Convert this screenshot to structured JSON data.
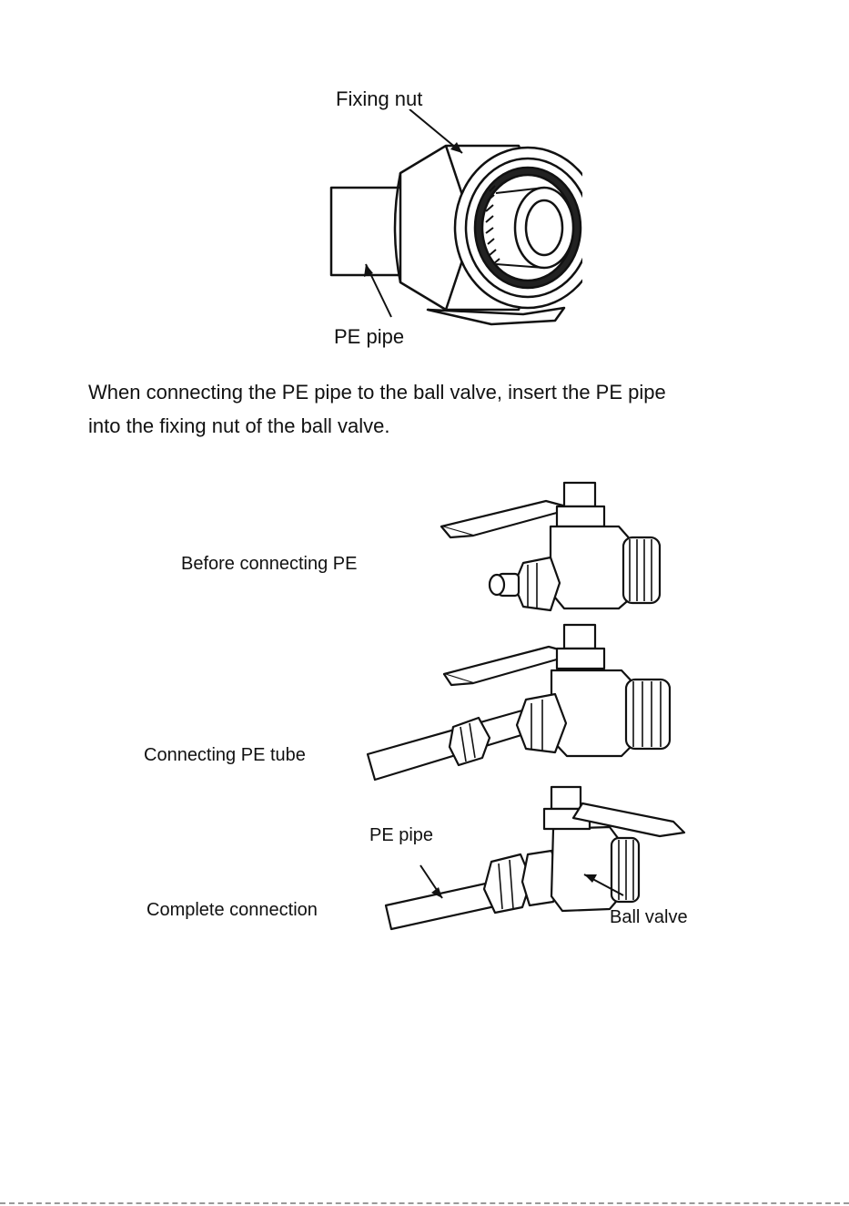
{
  "figure1": {
    "label_fixing_nut": "Fixing nut",
    "label_pe_pipe": "PE pipe"
  },
  "instruction": {
    "line1": "When connecting the PE pipe to the ball valve, insert the PE pipe",
    "line2": "into the fixing nut of the ball valve."
  },
  "figure2": {
    "before": "Before connecting PE",
    "connecting": "Connecting PE tube",
    "pe_pipe": "PE pipe",
    "complete": "Complete connection",
    "ball_valve": "Ball valve"
  }
}
